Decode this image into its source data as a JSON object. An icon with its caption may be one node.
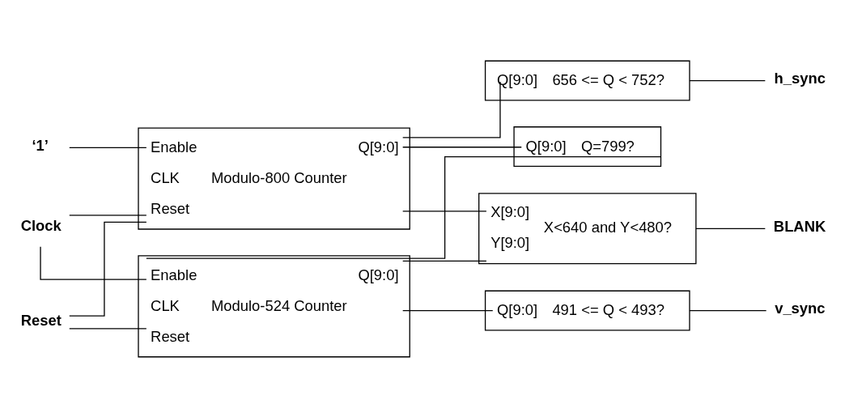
{
  "diagram": {
    "nodes": [
      {
        "text": [
          "‘1’"
        ]
      },
      {
        "text": [
          "Clock"
        ]
      },
      {
        "text": [
          "Reset"
        ]
      },
      {
        "text": [
          "Enable",
          "CLK",
          "Modulo-800 Counter",
          "Q[9:0]",
          "Reset"
        ]
      },
      {
        "text": [
          "Q[9:0]",
          "656 <= Q < 752?"
        ]
      },
      {
        "text": [
          "h_sync"
        ]
      },
      {
        "text": [
          "Q[9:0]",
          "Q=799?"
        ]
      },
      {
        "text": [
          "Enable",
          "CLK",
          "Modulo-524 Counter",
          "Q[9:0]",
          "Reset"
        ]
      },
      {
        "text": [
          "X[9:0]",
          "X<640 and Y<480?",
          "Y[9:0]"
        ]
      },
      {
        "text": [
          "BLANK"
        ]
      },
      {
        "text": [
          "Q[9:0]",
          "491 <= Q < 493?"
        ]
      },
      {
        "text": [
          "v_sync"
        ]
      }
    ],
    "edges": [
      {
        "from": 0,
        "to": 3,
        "arrow": "none"
      },
      {
        "from": 1,
        "to": 3,
        "arrow": "none"
      },
      {
        "from": 1,
        "to": 7,
        "arrow": "none"
      },
      {
        "from": 2,
        "to": 3,
        "arrow": "none"
      },
      {
        "from": 2,
        "to": 7,
        "arrow": "none"
      },
      {
        "from": 3,
        "to": 4,
        "arrow": "none"
      },
      {
        "from": 3,
        "to": 6,
        "arrow": "none"
      },
      {
        "from": 3,
        "to": 8,
        "arrow": "none"
      },
      {
        "from": 6,
        "to": 7,
        "arrow": "none"
      },
      {
        "from": 7,
        "to": 8,
        "arrow": "none"
      },
      {
        "from": 7,
        "to": 10,
        "arrow": "none"
      },
      {
        "from": 4,
        "to": 5,
        "arrow": "none"
      },
      {
        "from": 8,
        "to": 9,
        "arrow": "none"
      },
      {
        "from": 10,
        "to": 11,
        "arrow": "none"
      }
    ]
  }
}
